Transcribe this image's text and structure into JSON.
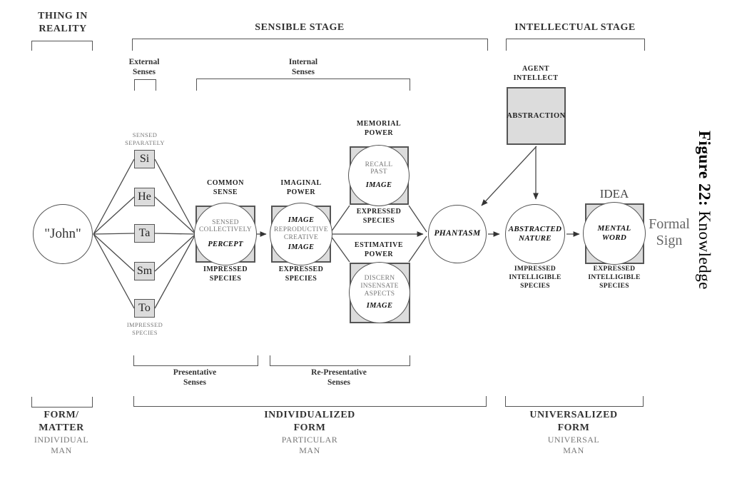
{
  "figure": {
    "caption_bold": "Figure 22:",
    "caption_rest": " Knowledge"
  },
  "stages": {
    "thing_in_reality": "THING IN\nREALITY",
    "sensible": "SENSIBLE STAGE",
    "intellectual": "INTELLECTUAL STAGE",
    "external_senses": "External\nSenses",
    "internal_senses": "Internal\nSenses"
  },
  "reality": {
    "john": "\"John\""
  },
  "senses": {
    "sensed_separately": "SENSED\nSEPARATELY",
    "impressed_species": "IMPRESSED\nSPECIES",
    "items": [
      "Si",
      "He",
      "Ta",
      "Sm",
      "To"
    ]
  },
  "common_sense": {
    "title": "COMMON\nSENSE",
    "body": "SENSED\nCOLLECTIVELY",
    "emphasis": "PERCEPT",
    "below": "IMPRESSED\nSPECIES"
  },
  "imaginal": {
    "title": "IMAGINAL\nPOWER",
    "top_emphasis": "IMAGE",
    "body": "REPRODUCTIVE\nCREATIVE",
    "bottom_emphasis": "IMAGE",
    "below": "EXPRESSED\nSPECIES"
  },
  "memorial": {
    "title": "MEMORIAL\nPOWER",
    "body": "RECALL\nPAST",
    "emphasis": "IMAGE",
    "below": "EXPRESSED\nSPECIES"
  },
  "estimative": {
    "title": "ESTIMATIVE\nPOWER",
    "body": "DISCERN\nINSENSATE\nASPECTS",
    "emphasis": "IMAGE"
  },
  "phantasm": {
    "label": "PHANTASM"
  },
  "agent_intellect": {
    "title": "AGENT\nINTELLECT",
    "box": "ABSTRACTION"
  },
  "abstracted_nature": {
    "label": "ABSTRACTED\nNATURE",
    "below": "IMPRESSED\nINTELLIGIBLE\nSPECIES"
  },
  "mental_word": {
    "title": "IDEA",
    "label": "MENTAL\nWORD",
    "below": "EXPRESSED\nINTELLIGIBLE\nSPECIES",
    "formal_sign": "Formal\nSign"
  },
  "bottom": {
    "presentative": "Presentative\nSenses",
    "re_presentative": "Re-Presentative\nSenses",
    "form_matter": "FORM/\nMATTER",
    "individual_man": "INDIVIDUAL\nMAN",
    "individualized_form": "INDIVIDUALIZED\nFORM",
    "particular_man": "PARTICULAR\nMAN",
    "universalized_form": "UNIVERSALIZED\nFORM",
    "universal_man": "UNIVERSAL\nMAN"
  },
  "colors": {
    "box_fill": "#dcdcdc",
    "box_border": "#555555",
    "line": "#4a4a4a",
    "muted_text": "#777777"
  }
}
